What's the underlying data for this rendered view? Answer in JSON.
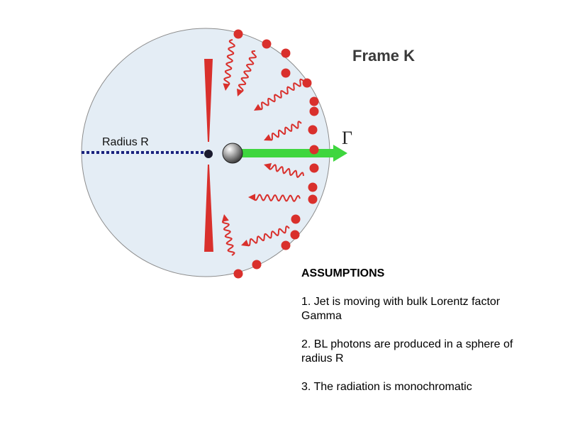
{
  "diagram": {
    "frame_title": "Frame K",
    "radius_label": "Radius R",
    "gamma_symbol": "Γ",
    "colors": {
      "sphere_fill": "#e4edf5",
      "sphere_stroke": "#8c8c8c",
      "blob": "#d9302c",
      "photon": "#d9302c",
      "jet_arrow": "#3ed63e",
      "radius_line": "#1a237e"
    }
  },
  "assumptions": {
    "heading": "ASSUMPTIONS",
    "items": [
      "1. Jet is moving with bulk Lorentz factor Gamma",
      "2. BL photons are produced in a sphere of radius R",
      "3. The radiation is monochromatic"
    ]
  }
}
